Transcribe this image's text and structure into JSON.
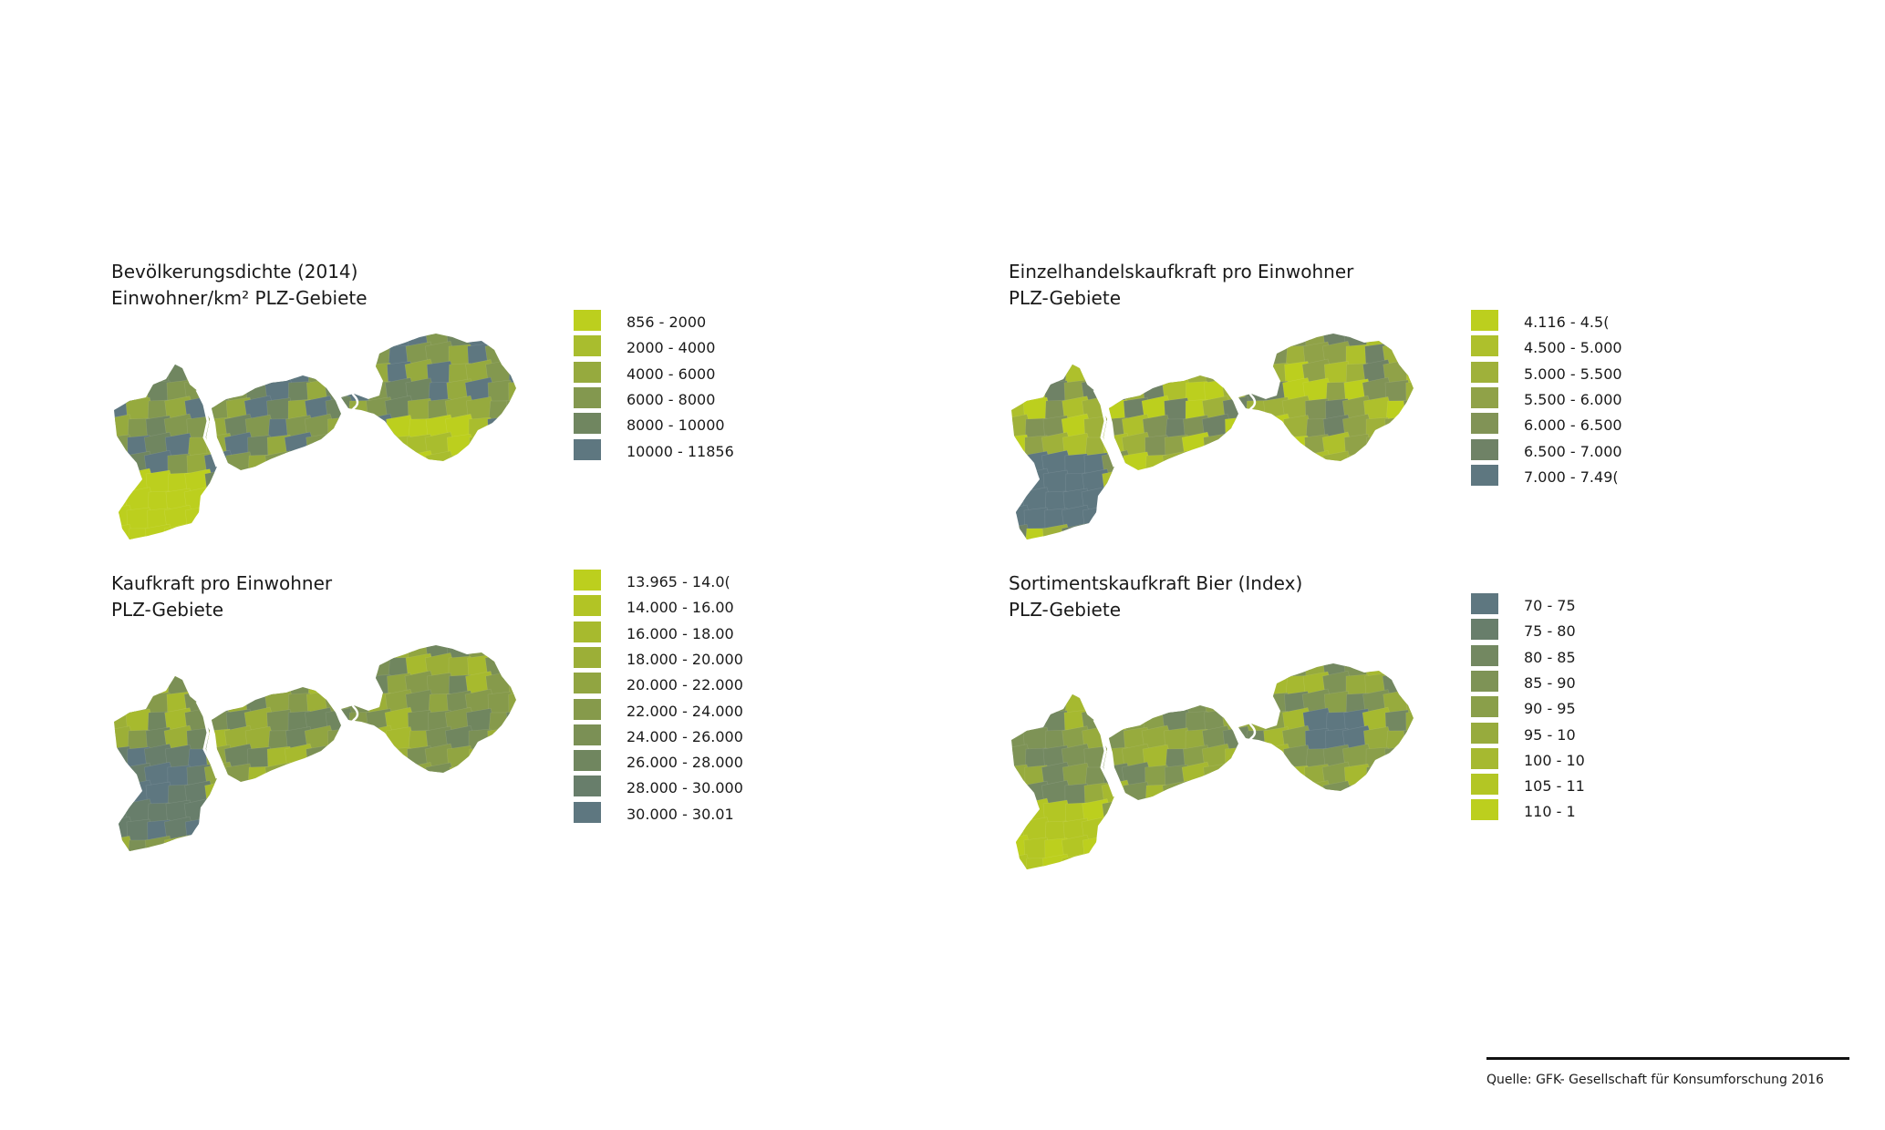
{
  "panels": [
    {
      "title1": "Bevölkerungsdichte  (2014)",
      "title2": "Einwohner/km² PLZ-Gebiete",
      "legend": [
        {
          "label": "856 - 2000",
          "color": "#bccf1e"
        },
        {
          "label": "2000 - 4000",
          "color": "#a9bd2e"
        },
        {
          "label": "4000 - 6000",
          "color": "#96aa3e"
        },
        {
          "label": "6000 - 8000",
          "color": "#83984f"
        },
        {
          "label": "8000 - 10000",
          "color": "#708660"
        },
        {
          "label": "10000 - 11856",
          "color": "#5e7780"
        }
      ]
    },
    {
      "title1": "Einzelhandelskaufkraft pro Einwohner",
      "title2": "PLZ-Gebiete",
      "legend": [
        {
          "label": "4.116 - 4.5(",
          "color": "#bccf1e"
        },
        {
          "label": "4.500 - 5.000",
          "color": "#aec02c"
        },
        {
          "label": "5.000 - 5.500",
          "color": "#9fb13a"
        },
        {
          "label": "5.500 - 6.000",
          "color": "#90a248"
        },
        {
          "label": "6.000 - 6.500",
          "color": "#819356"
        },
        {
          "label": "6.500 - 7.000",
          "color": "#6f8266"
        },
        {
          "label": "7.000 - 7.49(",
          "color": "#5e7780"
        }
      ]
    },
    {
      "title1": "Kaufkraft pro Einwohner",
      "title2": "PLZ-Gebiete",
      "legend": [
        {
          "label": "13.965 - 14.0(",
          "color": "#bccf1e"
        },
        {
          "label": "14.000 - 16.00",
          "color": "#b2c425"
        },
        {
          "label": "16.000 - 18.00",
          "color": "#a7ba2e"
        },
        {
          "label": "18.000 - 20.000",
          "color": "#9caf37"
        },
        {
          "label": "20.000 - 22.000",
          "color": "#91a541"
        },
        {
          "label": "22.000 - 24.000",
          "color": "#869a4b"
        },
        {
          "label": "24.000 - 26.000",
          "color": "#7b9055"
        },
        {
          "label": "26.000 - 28.000",
          "color": "#70865f"
        },
        {
          "label": "28.000 - 30.000",
          "color": "#687e6b"
        },
        {
          "label": "30.000 - 30.01",
          "color": "#5e7780"
        }
      ]
    },
    {
      "title1": "Sortimentskaufkraft Bier (Index)",
      "title2": "PLZ-Gebiete",
      "legend": [
        {
          "label": "70 - 75",
          "color": "#5e7780"
        },
        {
          "label": "75 - 80",
          "color": "#687e6b"
        },
        {
          "label": "80 - 85",
          "color": "#738861"
        },
        {
          "label": "85 - 90",
          "color": "#7e9356"
        },
        {
          "label": "90 - 95",
          "color": "#8a9f4a"
        },
        {
          "label": "95 - 10",
          "color": "#97ab3d"
        },
        {
          "label": "100 - 10",
          "color": "#a6b930"
        },
        {
          "label": "105 - 11",
          "color": "#b3c624"
        },
        {
          "label": "110 - 1",
          "color": "#bccf1e"
        }
      ]
    }
  ],
  "source": "Quelle:  GFK- Gesellschaft für Konsumforschung 2016"
}
